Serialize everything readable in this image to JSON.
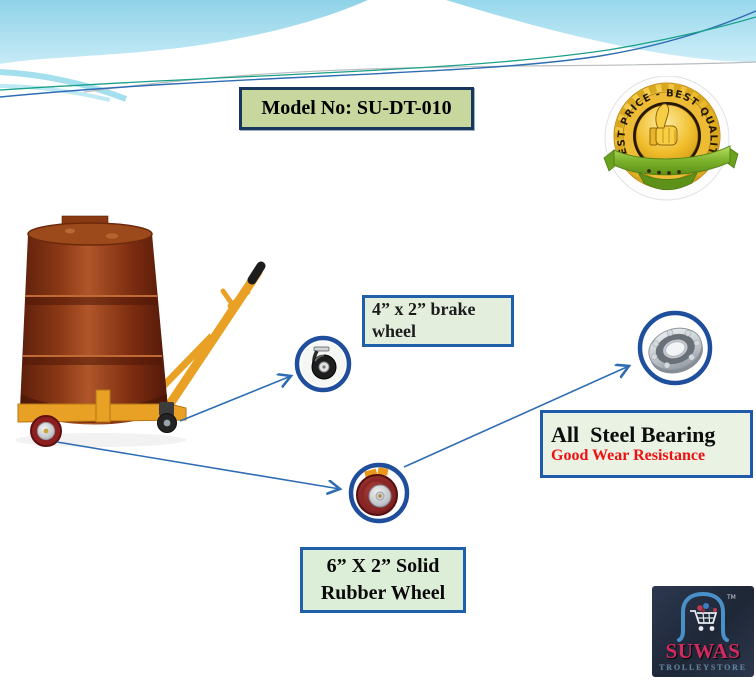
{
  "page": {
    "background": "#ffffff",
    "accent_blue": "#2e6db4"
  },
  "header": {
    "model_label": "Model No: SU-DT-010"
  },
  "badge": {
    "arc_text": "BEST PRICE - BEST QUALITY"
  },
  "callouts": {
    "brake_wheel": {
      "label": "4” x 2” brake wheel"
    },
    "bearing": {
      "title": "All  Steel Bearing",
      "subtitle": "Good Wear Resistance",
      "title_color": "#0d0d0d",
      "subtitle_color": "#ee1111"
    },
    "rubber_wheel": {
      "line1": "6” X 2” Solid",
      "line2": "Rubber Wheel"
    }
  },
  "boxes": {
    "model_fill": "#c7d79e",
    "green_fill": "#e3efdc",
    "border_navy": "#17375e",
    "border_blue": "#2060a8"
  },
  "connectors": {
    "color": "#2e6db4",
    "count": 3
  },
  "logo": {
    "brand": "SUWAS",
    "subtitle": "TROLLEYSTORE",
    "trademark": "TM",
    "brand_color": "#d22a5e"
  }
}
